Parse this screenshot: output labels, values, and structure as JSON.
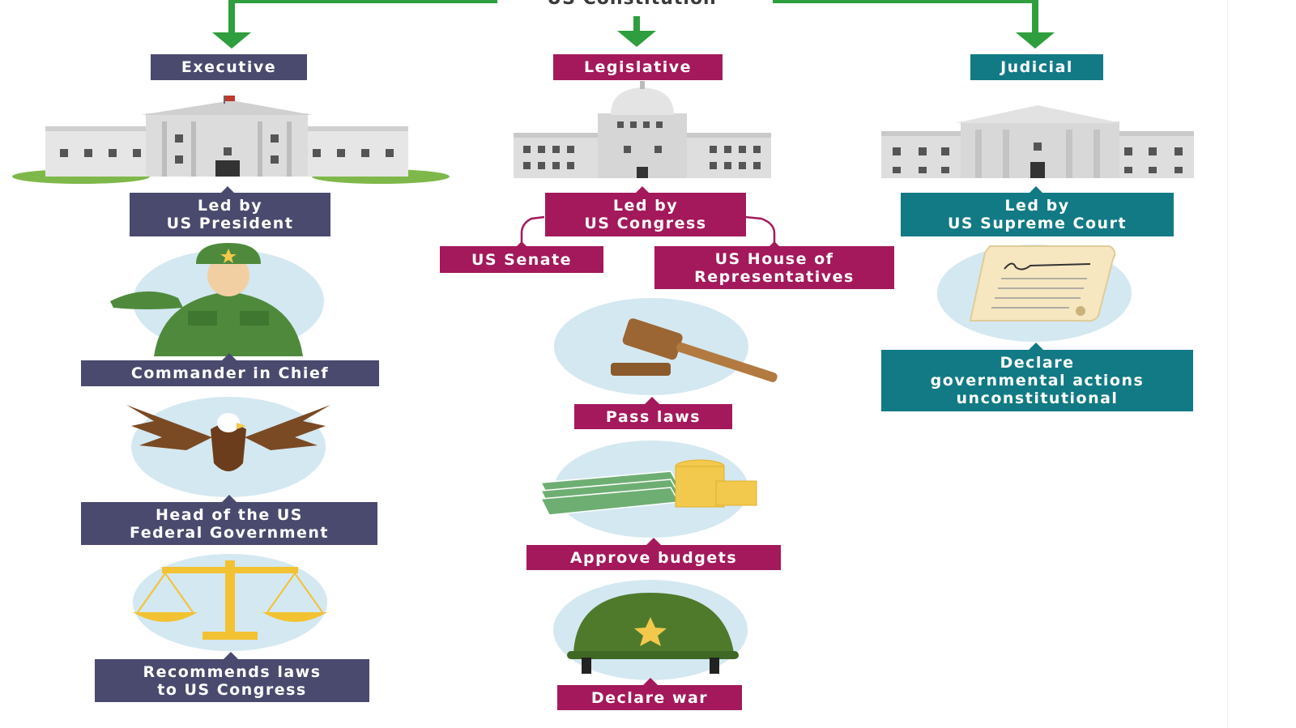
{
  "title": "US Constitution",
  "branches": {
    "executive": {
      "name": "Executive",
      "led_by": [
        "Led by",
        "US President"
      ],
      "powers": [
        [
          "Commander in Chief"
        ],
        [
          "Head of the US",
          "Federal Government"
        ],
        [
          "Recommends laws",
          "to US Congress"
        ]
      ],
      "icons": [
        "white-house-icon",
        "saluting-soldier-icon",
        "eagle-icon",
        "scales-icon"
      ]
    },
    "legislative": {
      "name": "Legislative",
      "led_by": [
        "Led by",
        "US Congress"
      ],
      "chambers": [
        [
          "US Senate"
        ],
        [
          "US House of",
          "Representatives"
        ]
      ],
      "powers": [
        [
          "Pass laws"
        ],
        [
          "Approve budgets"
        ],
        [
          "Declare war"
        ]
      ],
      "icons": [
        "capitol-icon",
        "gavel-icon",
        "money-icon",
        "helmet-icon"
      ]
    },
    "judicial": {
      "name": "Judicial",
      "led_by": [
        "Led by",
        "US Supreme Court"
      ],
      "powers": [
        [
          "Declare",
          "governmental actions",
          "unconstitutional"
        ]
      ],
      "icons": [
        "supreme-court-icon",
        "document-icon"
      ]
    }
  },
  "colors": {
    "executive": "#4a4a6e",
    "legislative": "#a3195b",
    "judicial": "#117a85",
    "arrow": "#2e9e3e",
    "circle": "#d4e8f1"
  }
}
